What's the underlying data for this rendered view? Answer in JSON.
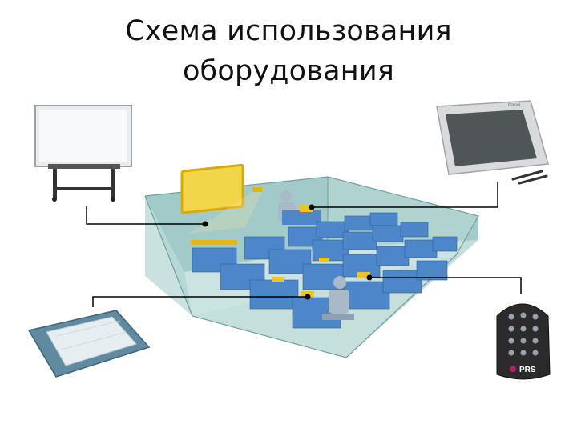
{
  "title": {
    "line1": "Схема использования",
    "line2": "оборудования"
  },
  "devices": {
    "clicker_brand": "PRS"
  },
  "colors": {
    "room_wall": "#8fbfbd",
    "room_floor": "#c3dfdc",
    "desk": "#4d86c9",
    "board_frame": "#f0c21a",
    "connector_line": "#000000"
  }
}
